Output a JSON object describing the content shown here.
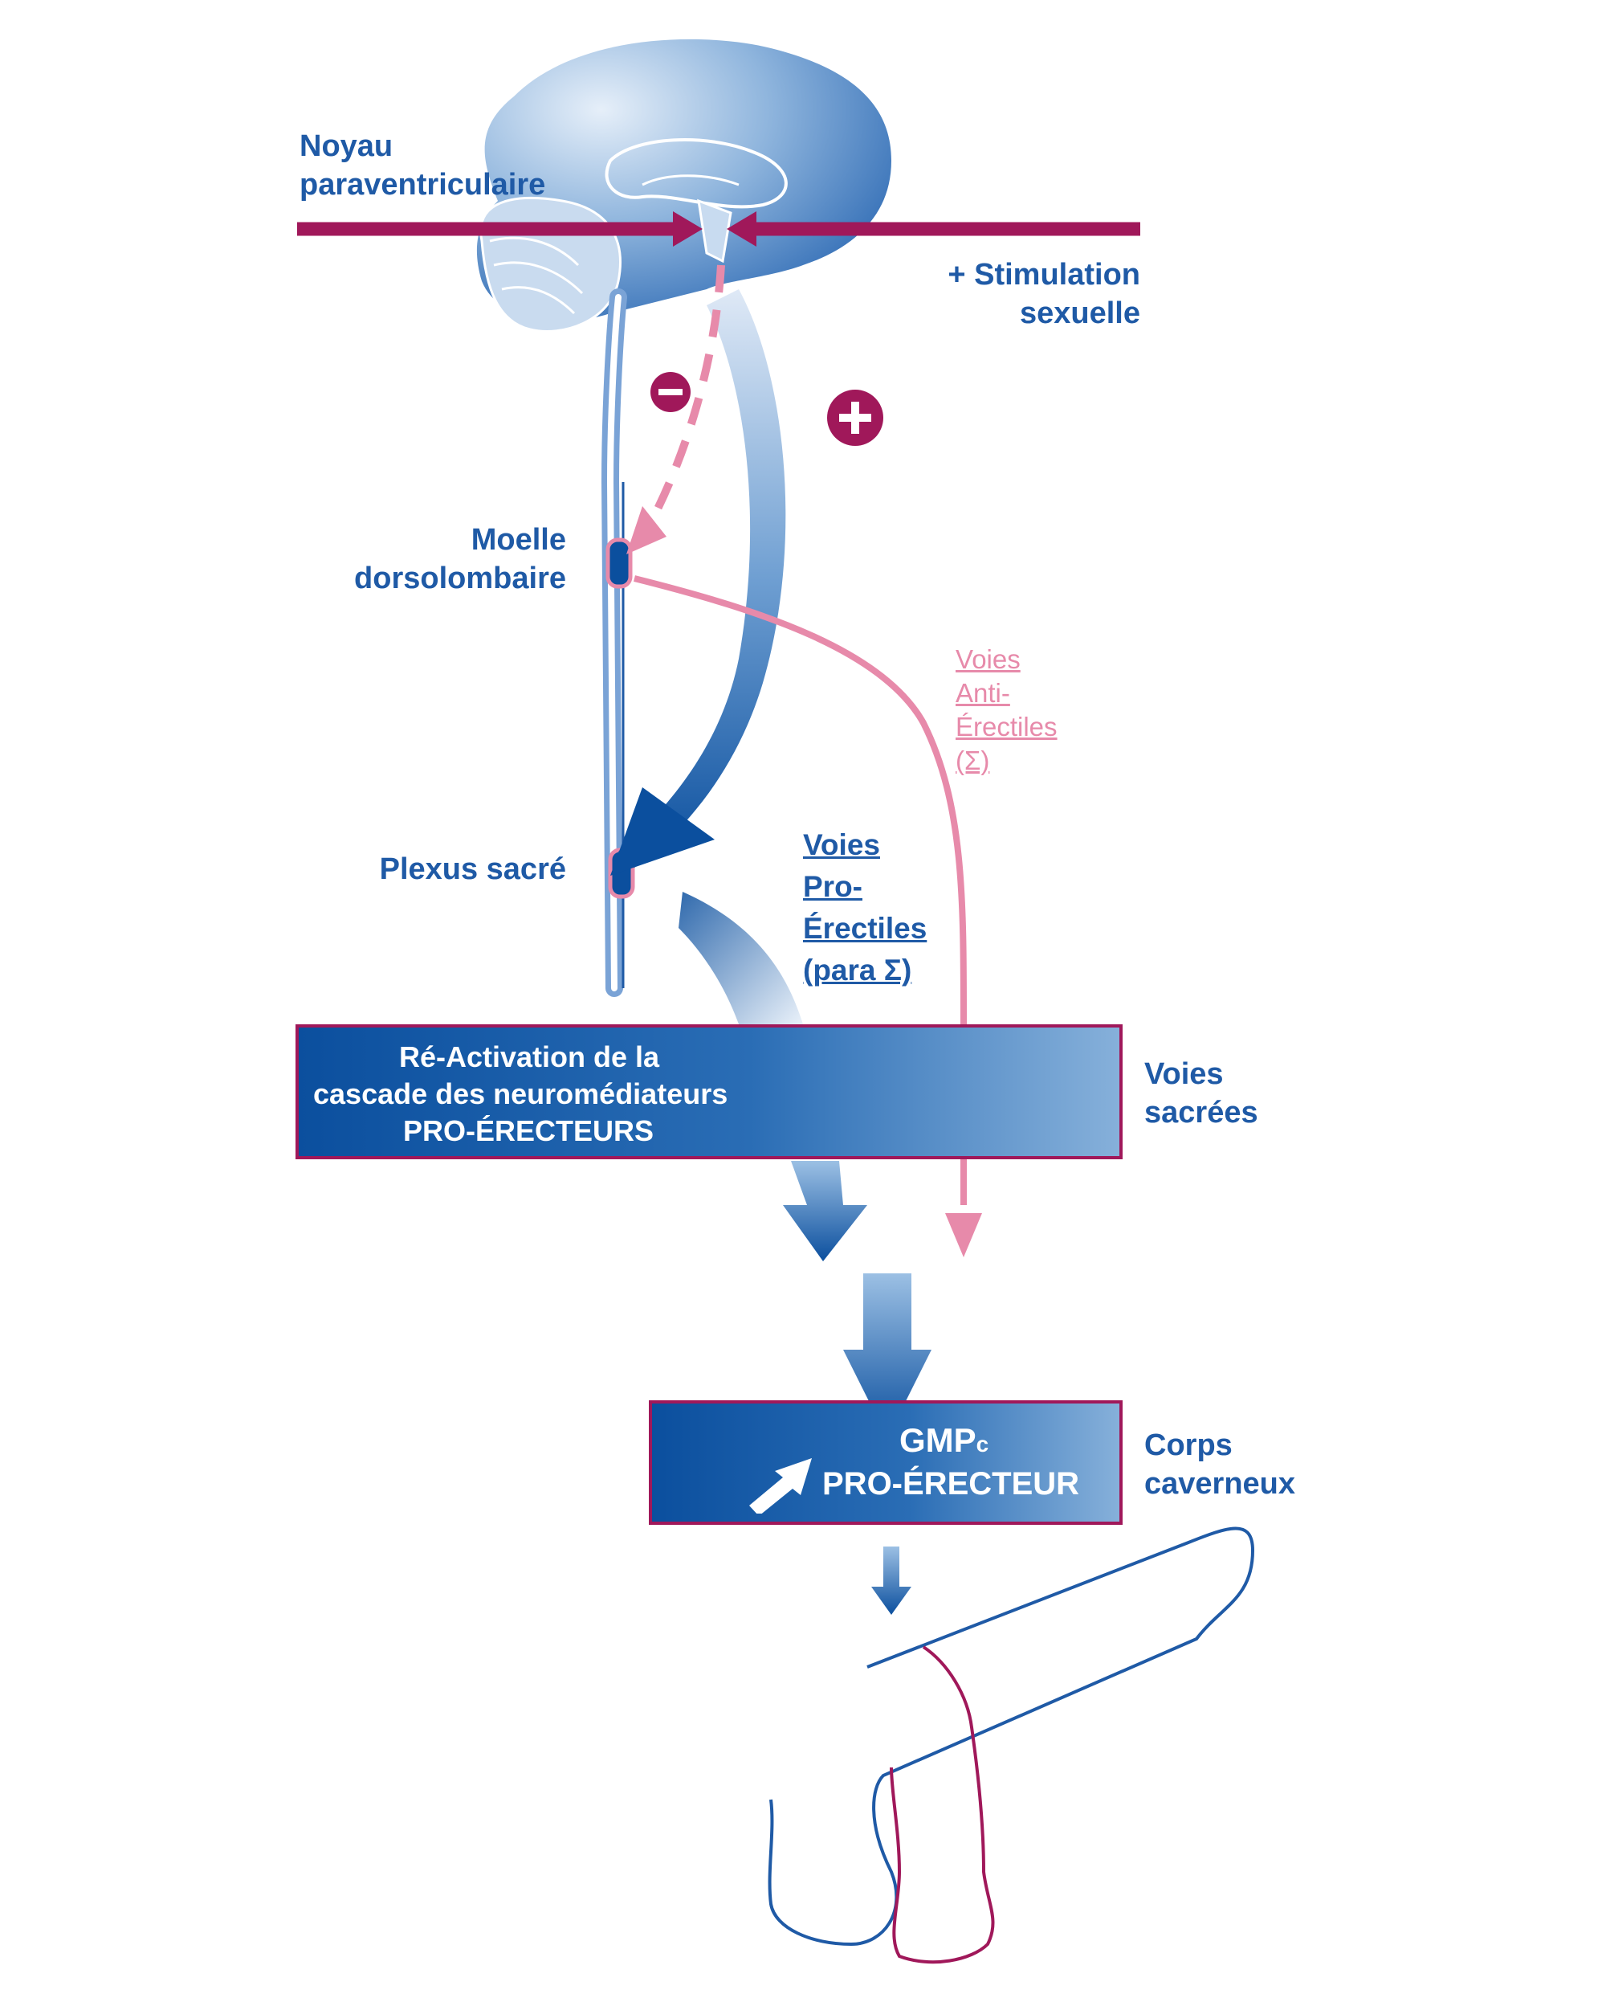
{
  "labels": {
    "noyau": [
      "Noyau",
      "paraventriculaire"
    ],
    "stimulation": [
      "+ Stimulation",
      "sexuelle"
    ],
    "moelle": [
      "Moelle",
      "dorsolombaire"
    ],
    "plexus": "Plexus sacré",
    "anti": [
      "Voies",
      "Anti-",
      "Érectiles",
      "(Σ)"
    ],
    "pro": [
      "Voies",
      "Pro-",
      "Érectiles",
      "(para Σ)"
    ],
    "sacrees": [
      "Voies",
      "sacrées"
    ],
    "corps": [
      "Corps",
      "caverneux"
    ]
  },
  "boxes": {
    "cascade": [
      "Ré-Activation de la",
      "cascade des neuromédiateurs",
      "PRO-ÉRECTEURS"
    ],
    "gmpc_main": "GMP",
    "gmpc_sub": "c",
    "gmpc_line2": "PRO-ÉRECTEUR"
  },
  "signs": {
    "minus": "−",
    "plus": "+"
  },
  "colors": {
    "blue": "#1f5aa6",
    "darkblue": "#0b4f9e",
    "magenta": "#a0185a",
    "pink": "#e78aaa"
  }
}
